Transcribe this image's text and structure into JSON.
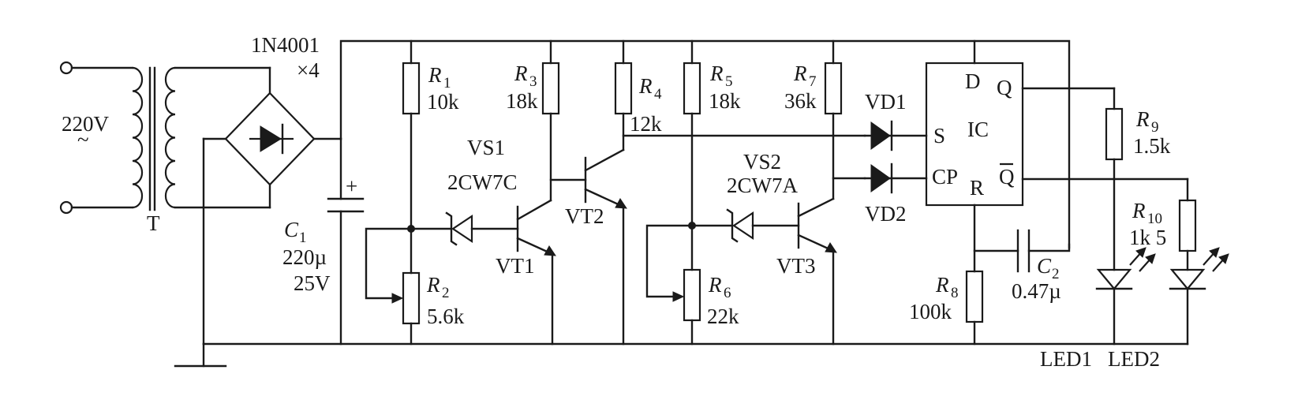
{
  "source": {
    "voltage": "220V",
    "symbol": "~"
  },
  "transformer": {
    "label": "T"
  },
  "bridge": {
    "part": "1N4001",
    "count": "×4"
  },
  "C1": {
    "letter": "C",
    "sub": "1",
    "cap": "220µ",
    "volt": "25V",
    "plus": "+"
  },
  "R1": {
    "letter": "R",
    "sub": "1",
    "value": "10k"
  },
  "R2": {
    "letter": "R",
    "sub": "2",
    "value": "5.6k"
  },
  "R3": {
    "letter": "R",
    "sub": "3",
    "value": "18k"
  },
  "R4": {
    "letter": "R",
    "sub": "4",
    "value": "12k"
  },
  "R5": {
    "letter": "R",
    "sub": "5",
    "value": "18k"
  },
  "R6": {
    "letter": "R",
    "sub": "6",
    "value": "22k"
  },
  "R7": {
    "letter": "R",
    "sub": "7",
    "value": "36k"
  },
  "R8": {
    "letter": "R",
    "sub": "8",
    "value": "100k"
  },
  "R9": {
    "letter": "R",
    "sub": "9",
    "value": "1.5k"
  },
  "R10": {
    "letter": "R",
    "sub": "10",
    "value": "1k 5"
  },
  "VS1": {
    "label": "VS1",
    "part": "2CW7C"
  },
  "VS2": {
    "label": "VS2",
    "part": "2CW7A"
  },
  "VT1": {
    "label": "VT1"
  },
  "VT2": {
    "label": "VT2"
  },
  "VT3": {
    "label": "VT3"
  },
  "VD1": {
    "label": "VD1"
  },
  "VD2": {
    "label": "VD2"
  },
  "C2": {
    "letter": "C",
    "sub": "2",
    "cap": "0.47µ"
  },
  "IC": {
    "label": "IC",
    "D": "D",
    "Q": "Q",
    "S": "S",
    "CP": "CP",
    "R": "R",
    "Qbar": "Q"
  },
  "leds": {
    "led1": "LED1",
    "led2": "LED2"
  }
}
